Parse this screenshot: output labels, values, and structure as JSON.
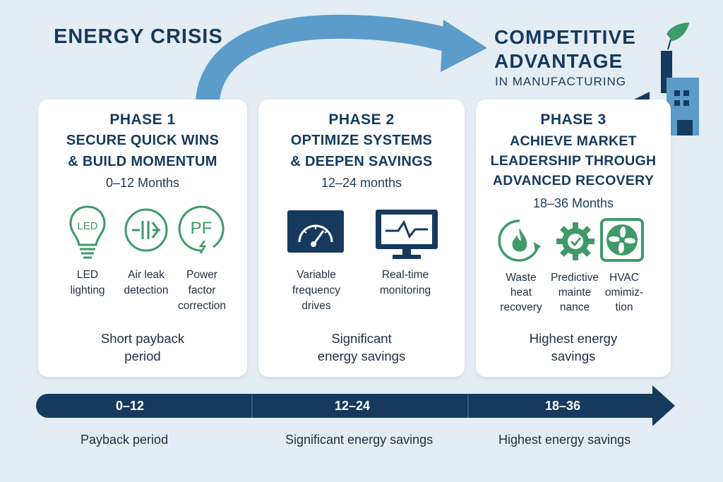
{
  "header": {
    "left_title": "ENERGY CRISIS",
    "right_title_line1": "COMPETITIVE",
    "right_title_line2": "ADVANTAGE",
    "right_subtitle": "IN MANUFACTURING"
  },
  "phases": [
    {
      "phase": "PHASE 1",
      "heading_line1": "SECURE QUICK WINS",
      "heading_line2": "& BUILD MOMENTUM",
      "duration": "0–12 Months",
      "items": [
        {
          "line1": "LED",
          "line2": "lighting",
          "icon": "led-bulb-icon",
          "glyph": "LED"
        },
        {
          "line1": "Air leak",
          "line2": "detection",
          "icon": "air-leak-icon"
        },
        {
          "line1": "Power",
          "line2": "factor",
          "line3": "correction",
          "icon": "power-factor-icon",
          "glyph": "PF"
        }
      ],
      "summary_line1": "Short payback",
      "summary_line2": "period"
    },
    {
      "phase": "PHASE 2",
      "heading_line1": "OPTIMIZE SYSTEMS",
      "heading_line2": "& DEEPEN SAVINGS",
      "duration": "12–24 months",
      "items": [
        {
          "line1": "Variable",
          "line2": "frequency",
          "line3": "drives",
          "icon": "gauge-icon"
        },
        {
          "line1": "Real-time",
          "line2": "monitoring",
          "icon": "monitor-icon"
        }
      ],
      "summary_line1": "Significant",
      "summary_line2": "energy savings"
    },
    {
      "phase": "PHASE 3",
      "heading_line1": "ACHIEVE MARKET",
      "heading_line2": "LEADERSHIP THROUGH",
      "heading_line3": "ADVANCED RECOVERY",
      "duration": "18–36 Months",
      "items": [
        {
          "line1": "Waste",
          "line2": "heat",
          "line3": "recovery",
          "icon": "waste-heat-icon"
        },
        {
          "line1": "Predictive",
          "line2": "mainte",
          "line3": "nance",
          "icon": "gear-icon"
        },
        {
          "line1": "HVAC",
          "line2": "omimiz-",
          "line3": "tion",
          "icon": "fan-icon"
        }
      ],
      "summary_line1": "Highest energy",
      "summary_line2": "savings"
    }
  ],
  "timeline": {
    "labels": [
      "0–12",
      "12–24",
      "18–36"
    ],
    "bottom": [
      "Payback period",
      "Significant energy savings",
      "Highest energy savings"
    ]
  },
  "colors": {
    "navy": "#163a5e",
    "arrow_blue": "#5b9ccb",
    "green": "#3f9a6a",
    "timeline": "#163a5e"
  }
}
